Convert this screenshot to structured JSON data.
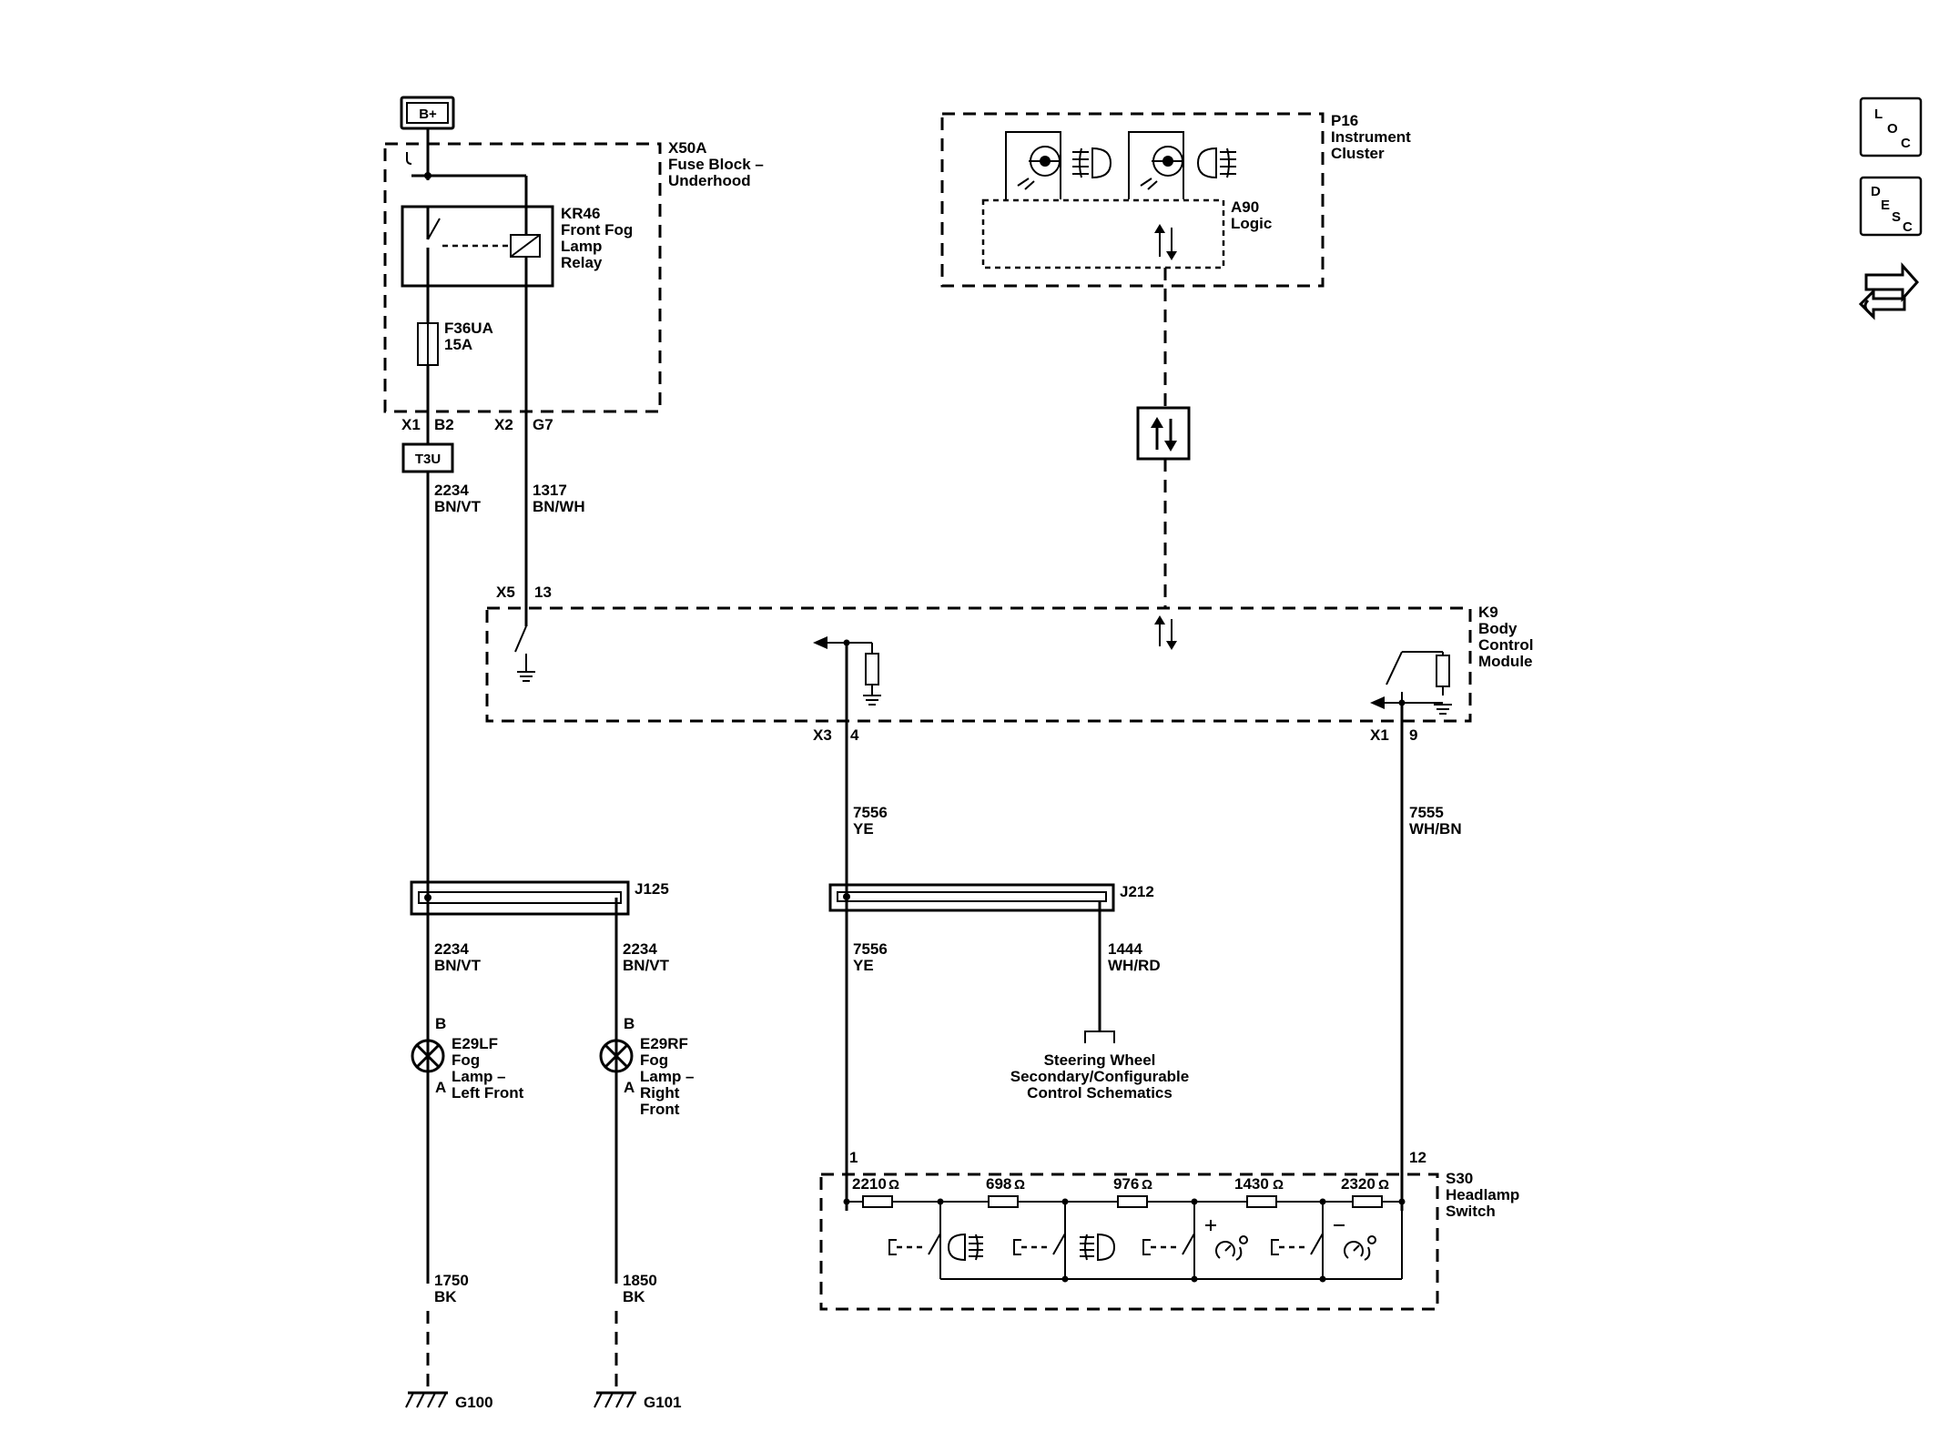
{
  "top_power": {
    "label": "B+"
  },
  "fuse_block": {
    "ref": "X50A",
    "name_line1": "Fuse Block –",
    "name_line2": "Underhood"
  },
  "relay": {
    "ref": "KR46",
    "line1": "Front Fog",
    "line2": "Lamp",
    "line3": "Relay"
  },
  "fuse": {
    "ref": "F36UA",
    "rating": "15A"
  },
  "fuse_block_pins": {
    "c1": "X1",
    "c1_pin": "B2",
    "c2": "X2",
    "c2_pin": "G7"
  },
  "splice_t3u": "T3U",
  "wire_2234_top": {
    "circuit": "2234",
    "color": "BN/VT"
  },
  "wire_1317": {
    "circuit": "1317",
    "color": "BN/WH"
  },
  "bcm_x5": {
    "conn": "X5",
    "pin": "13"
  },
  "bcm": {
    "ref": "K9",
    "line1": "Body",
    "line2": "Control",
    "line3": "Module"
  },
  "bcm_x3": {
    "conn": "X3",
    "pin": "4"
  },
  "bcm_x1": {
    "conn": "X1",
    "pin": "9"
  },
  "cluster": {
    "ref": "P16",
    "line1": "Instrument",
    "line2": "Cluster"
  },
  "logic": {
    "ref": "A90",
    "name": "Logic"
  },
  "wire_7556_a": {
    "circuit": "7556",
    "color": "YE"
  },
  "wire_7555": {
    "circuit": "7555",
    "color": "WH/BN"
  },
  "j125": "J125",
  "j212": "J212",
  "wire_2234_left": {
    "circuit": "2234",
    "color": "BN/VT"
  },
  "wire_2234_right": {
    "circuit": "2234",
    "color": "BN/VT"
  },
  "wire_7556_b": {
    "circuit": "7556",
    "color": "YE"
  },
  "wire_1444": {
    "circuit": "1444",
    "color": "WH/RD"
  },
  "steering_ref": {
    "line1": "Steering Wheel",
    "line2": "Secondary/Configurable",
    "line3": "Control Schematics"
  },
  "lamp_lf": {
    "pin_top": "B",
    "pin_bottom": "A",
    "ref": "E29LF",
    "line1": "Fog",
    "line2": "Lamp –",
    "line3": "Left Front"
  },
  "lamp_rf": {
    "pin_top": "B",
    "pin_bottom": "A",
    "ref": "E29RF",
    "line1": "Fog",
    "line2": "Lamp –",
    "line3": "Right",
    "line4": "Front"
  },
  "headlamp_switch": {
    "ref": "S30",
    "line1": "Headlamp",
    "line2": "Switch",
    "pin_left": "1",
    "pin_right": "12"
  },
  "resistors": [
    "2210",
    "698",
    "976",
    "1430",
    "2320"
  ],
  "ohm": "Ω",
  "wire_1750": {
    "circuit": "1750",
    "color": "BK"
  },
  "wire_1850": {
    "circuit": "1850",
    "color": "BK"
  },
  "ground_left": "G100",
  "ground_right": "G101",
  "side_icons": {
    "loc_l": "L",
    "loc_o": "O",
    "loc_c": "C",
    "desc_d": "D",
    "desc_e": "E",
    "desc_s": "S",
    "desc_c": "C"
  }
}
